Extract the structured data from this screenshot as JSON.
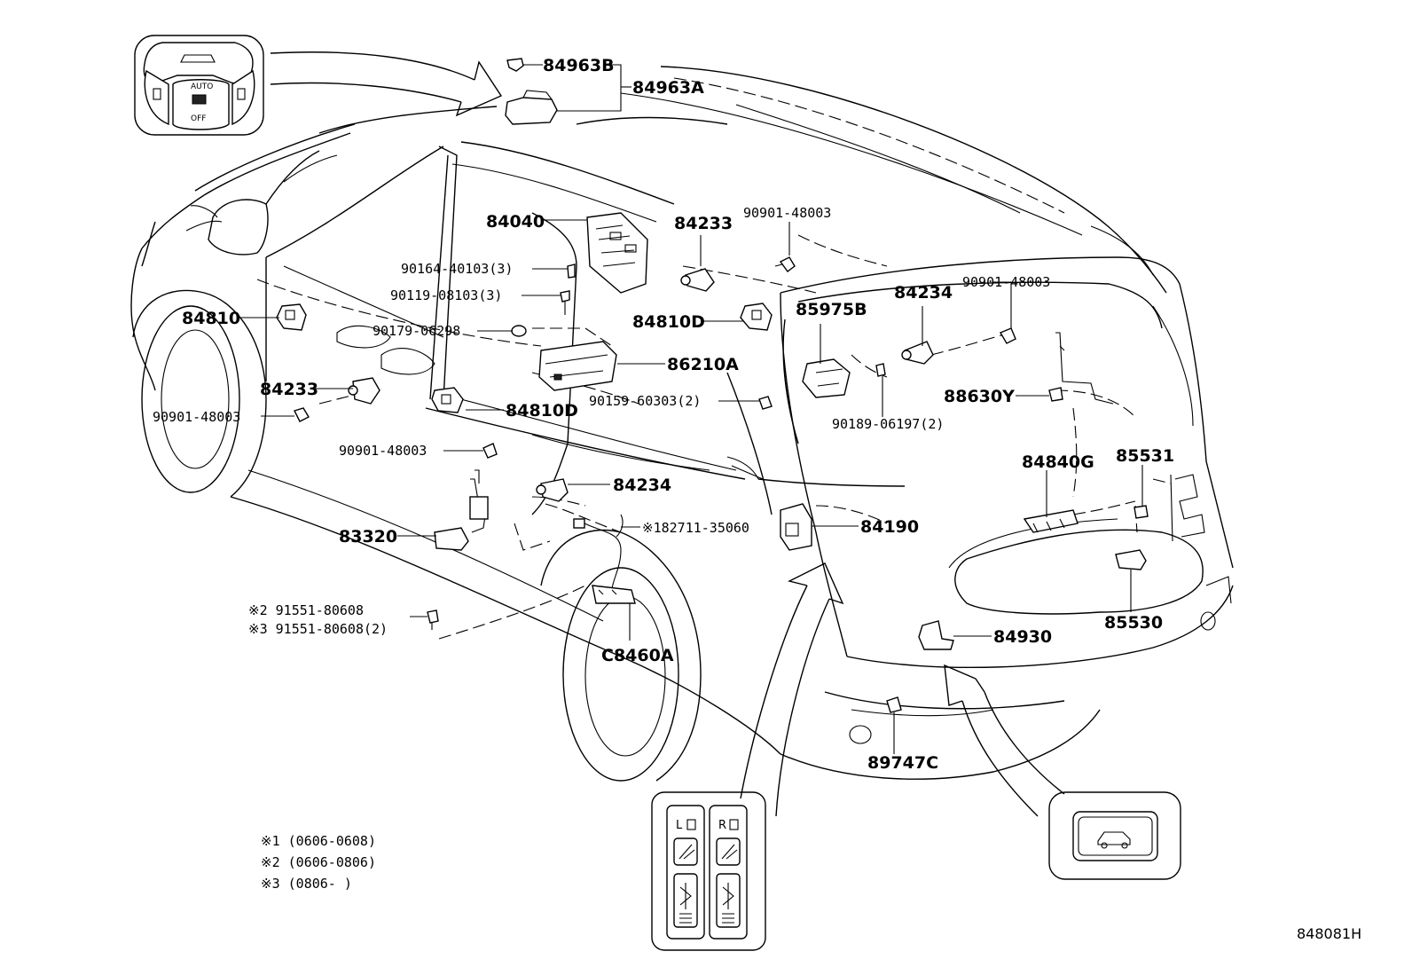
{
  "labels": {
    "p84963B": "84963B",
    "p84963A": "84963A",
    "p84040": "84040",
    "p84233a": "84233",
    "p90901a": "90901-48003",
    "p90164": "90164-40103(3)",
    "p90119": "90119-08103(3)",
    "p84810": "84810",
    "p84810Da": "84810D",
    "p85975B": "85975B",
    "p84234a": "84234",
    "p90901b": "90901-48003",
    "p90179": "90179-06298",
    "p86210A": "86210A",
    "p84233b": "84233",
    "p90901c": "90901-48003",
    "p84810Db": "84810D",
    "p90159": "90159-60303(2)",
    "p90189": "90189-06197(2)",
    "p88630Y": "88630Y",
    "p90901d": "90901-48003",
    "p84840G": "84840G",
    "p85531": "85531",
    "p84234b": "84234",
    "p182711": "※182711-35060",
    "p84190": "84190",
    "p83320": "83320",
    "p91551a": "※2 91551-80608",
    "p91551b": "※3 91551-80608(2)",
    "pC8460A": "C8460A",
    "p85530": "85530",
    "p84930": "84930",
    "p89747C": "89747C"
  },
  "notes": {
    "n1": "※1 (0606-0608)",
    "n2": "※2 (0606-0806)",
    "n3": "※3 (0806-     )"
  },
  "switch_panel": {
    "left": "L",
    "right": "R",
    "overhead_top": "AUTO",
    "overhead_bottom": "OFF"
  },
  "diagram_code": "848081H"
}
